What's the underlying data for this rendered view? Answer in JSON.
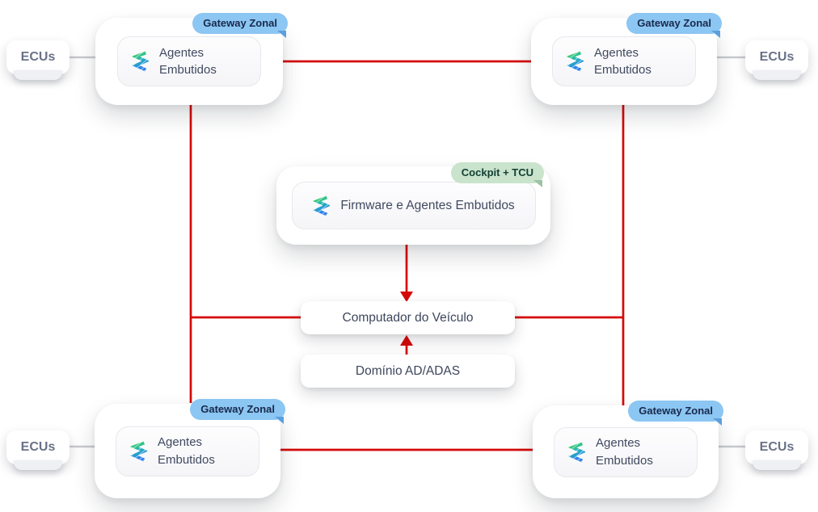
{
  "diagram": {
    "nodes": {
      "gateway_tl": {
        "badge": "Gateway Zonal",
        "label": "Agentes Embutidos"
      },
      "gateway_tr": {
        "badge": "Gateway Zonal",
        "label": "Agentes Embutidos"
      },
      "gateway_bl": {
        "badge": "Gateway Zonal",
        "label": "Agentes Embutidos"
      },
      "gateway_br": {
        "badge": "Gateway Zonal",
        "label": "Agentes Embutidos"
      },
      "cockpit_tcu": {
        "badge": "Cockpit + TCU",
        "label": "Firmware e Agentes Embutidos"
      },
      "vehicle_computer": {
        "label": "Computador do Veículo"
      },
      "ad_adas_domain": {
        "label": "Domínio AD/ADAS"
      },
      "ecu_tl": {
        "label": "ECUs"
      },
      "ecu_tr": {
        "label": "ECUs"
      },
      "ecu_bl": {
        "label": "ECUs"
      },
      "ecu_br": {
        "label": "ECUs"
      }
    },
    "icons": {
      "s_logo": "s-gradient-logo-icon"
    },
    "colors": {
      "connector_red": "#d60909",
      "connector_gray": "#c8cace",
      "badge_blue_bg": "#8cc6f3",
      "badge_blue_text": "#18294b",
      "badge_green_bg": "#c9e3cc",
      "badge_green_text": "#124034",
      "node_text": "#404960",
      "ecu_text": "#6a7289",
      "logo_gradient_top": "#45d65e",
      "logo_gradient_mid": "#23b2ba",
      "logo_gradient_bottom": "#2f80ef"
    },
    "edges": [
      {
        "from": "gateway_tl",
        "to": "gateway_tr",
        "color": "red",
        "arrow": "none"
      },
      {
        "from": "gateway_tl",
        "to": "gateway_bl",
        "color": "red",
        "arrow": "none"
      },
      {
        "from": "gateway_tr",
        "to": "gateway_br",
        "color": "red",
        "arrow": "none"
      },
      {
        "from": "gateway_bl",
        "to": "gateway_br",
        "color": "red",
        "arrow": "none"
      },
      {
        "from": "left_vertical_bus",
        "to": "vehicle_computer",
        "color": "red",
        "arrow": "none"
      },
      {
        "from": "right_vertical_bus",
        "to": "vehicle_computer",
        "color": "red",
        "arrow": "none"
      },
      {
        "from": "cockpit_tcu",
        "to": "vehicle_computer",
        "color": "red",
        "arrow": "into-vehicle_computer"
      },
      {
        "from": "ad_adas_domain",
        "to": "vehicle_computer",
        "color": "red",
        "arrow": "into-vehicle_computer"
      },
      {
        "from": "ecu_tl",
        "to": "gateway_tl",
        "color": "gray",
        "arrow": "none"
      },
      {
        "from": "ecu_tr",
        "to": "gateway_tr",
        "color": "gray",
        "arrow": "none"
      },
      {
        "from": "ecu_bl",
        "to": "gateway_bl",
        "color": "gray",
        "arrow": "none"
      },
      {
        "from": "ecu_br",
        "to": "gateway_br",
        "color": "gray",
        "arrow": "none"
      }
    ]
  }
}
